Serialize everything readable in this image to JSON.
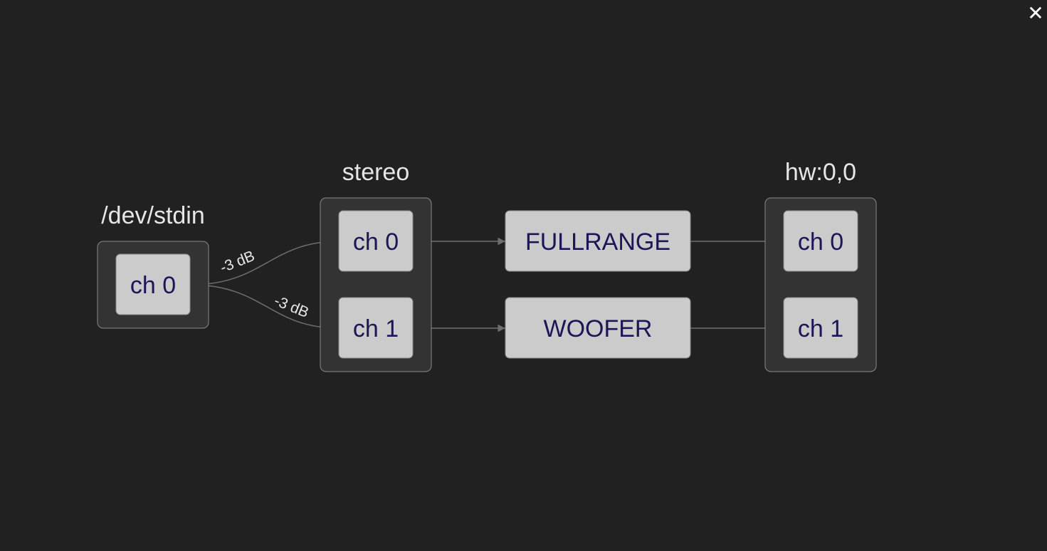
{
  "close_button": {
    "label": "✕",
    "icon": "close-icon"
  },
  "groups": {
    "stdin": {
      "title": "/dev/stdin",
      "ch0": "ch 0"
    },
    "stereo": {
      "title": "stereo",
      "ch0": "ch 0",
      "ch1": "ch 1"
    },
    "hw": {
      "title": "hw:0,0",
      "ch0": "ch 0",
      "ch1": "ch 1"
    }
  },
  "filters": {
    "fullrange": "FULLRANGE",
    "woofer": "WOOFER"
  },
  "edges": {
    "stdin_to_stereo_ch0": "-3 dB",
    "stdin_to_stereo_ch1": "-3 dB"
  },
  "colors": {
    "background": "#212121",
    "group_fill": "#333333",
    "node_fill": "#cbcbcb",
    "node_text": "#1b1655",
    "edge": "#6e6e6e"
  }
}
